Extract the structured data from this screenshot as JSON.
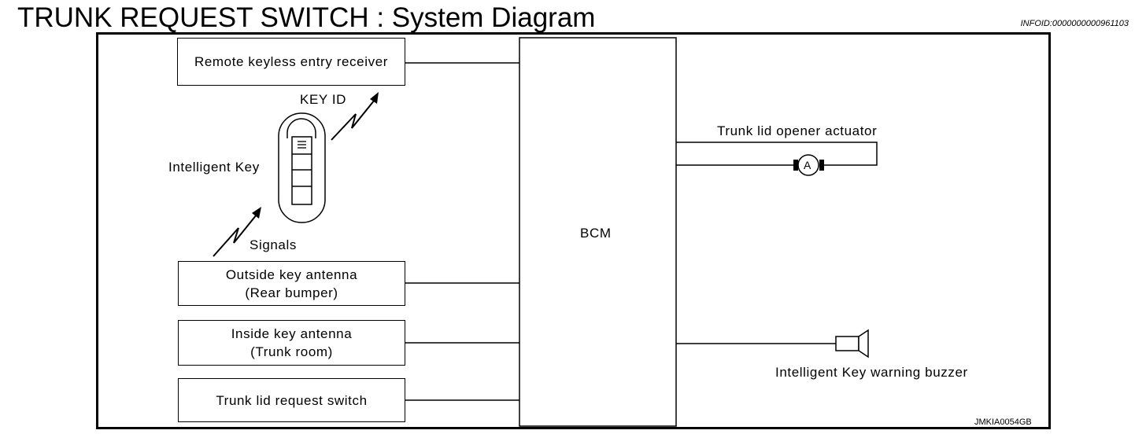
{
  "header": {
    "title": "TRUNK REQUEST SWITCH : System Diagram",
    "info_id": "INFOID:0000000000961103"
  },
  "diagram": {
    "remote_receiver": "Remote keyless entry receiver",
    "key_id": "KEY ID",
    "intelligent_key": "Intelligent Key",
    "signals": "Signals",
    "outside_antenna": {
      "line1": "Outside key antenna",
      "line2": "(Rear bumper)"
    },
    "inside_antenna": {
      "line1": "Inside key antenna",
      "line2": "(Trunk room)"
    },
    "trunk_request_switch": "Trunk lid request switch",
    "bcm": "BCM",
    "trunk_actuator": "Trunk lid opener actuator",
    "motor_symbol": "A",
    "warning_buzzer": "Intelligent Key warning buzzer",
    "code": "JMKIA0054GB"
  }
}
